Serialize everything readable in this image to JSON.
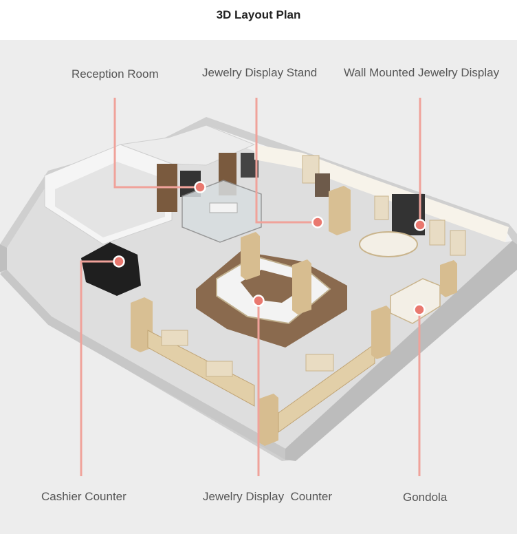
{
  "title": "3D Layout Plan",
  "labels": {
    "reception_room": "Reception Room",
    "jewelry_display_stand": "Jewelry Display Stand",
    "wall_mounted_jewelry_display": "Wall Mounted Jewelry Display",
    "cashier_counter": "Cashier Counter",
    "jewelry_display_counter": "Jewelry Display  Counter",
    "gondola": "Gondola"
  },
  "colors": {
    "leader_line": "#f0a29a",
    "marker": "#e9786f",
    "panel_bg": "#ededed",
    "floor": "#dcdcdc",
    "wall": "#f4f4f4",
    "rug": "#8a6a4e",
    "gold": "#d9c199",
    "counter_dark": "#222222"
  }
}
